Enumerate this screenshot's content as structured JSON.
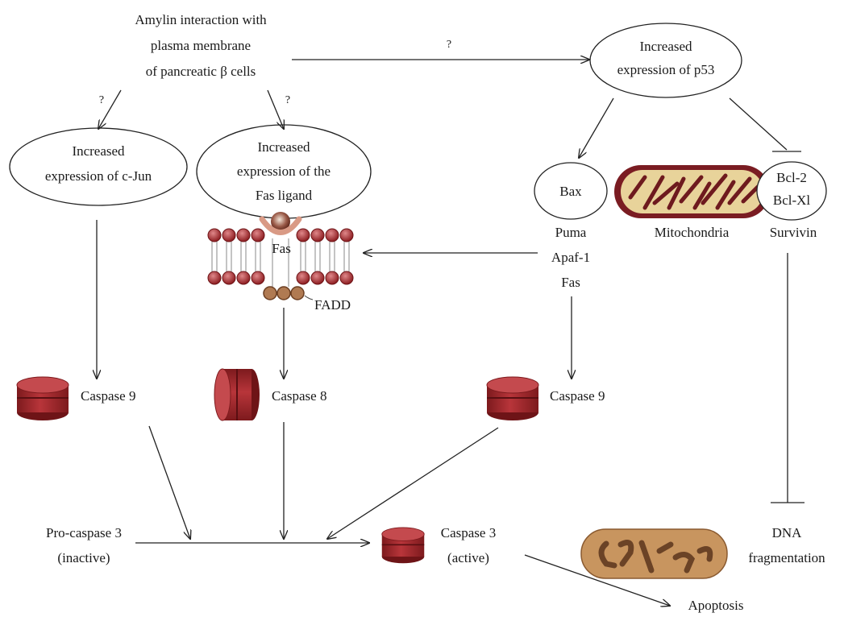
{
  "nodes": {
    "amylin": {
      "lines": [
        "Amylin interaction with",
        "plasma membrane",
        "of pancreatic β cells"
      ]
    },
    "p53": {
      "lines": [
        "Increased",
        "expression of p53"
      ]
    },
    "cjun": {
      "lines": [
        "Increased",
        "expression of c-Jun"
      ]
    },
    "fasl": {
      "lines": [
        "Increased",
        "expression of the",
        "Fas ligand"
      ]
    },
    "bax": {
      "label": "Bax"
    },
    "mitochondria": {
      "label": "Mitochondria"
    },
    "bcl": {
      "lines": [
        "Bcl-2",
        "Bcl-Xl"
      ]
    },
    "survivin": {
      "label": "Survivin"
    },
    "puma_group": {
      "lines": [
        "Puma",
        "Apaf-1",
        "Fas"
      ]
    },
    "fas_receptor": {
      "label": "Fas"
    },
    "fadd": {
      "label": "FADD"
    },
    "caspase9_left": {
      "label": "Caspase 9"
    },
    "caspase8": {
      "label": "Caspase 8"
    },
    "caspase9_right": {
      "label": "Caspase 9"
    },
    "procaspase3": {
      "lines": [
        "Pro-caspase 3",
        "(inactive)"
      ]
    },
    "caspase3": {
      "lines": [
        "Caspase 3",
        "(active)"
      ]
    },
    "dna": {
      "lines": [
        "DNA",
        "fragmentation"
      ]
    },
    "apoptosis": {
      "label": "Apoptosis"
    }
  },
  "edge_labels": {
    "amylin_to_p53": "?",
    "amylin_to_cjun": "?",
    "amylin_to_fasl": "?"
  },
  "colors": {
    "caspase_red": "#a8282b",
    "caspase_dark": "#6e1417",
    "lipid_head": "#a0282c",
    "mito_outer": "#7a1c22",
    "mito_inner": "#e8d39a",
    "nucleus_fill": "#c8955f",
    "fadd_fill": "#b07a52",
    "fasl_bead": "#8a3a2a"
  }
}
